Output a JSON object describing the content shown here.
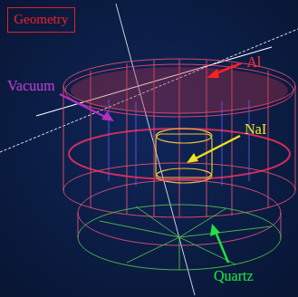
{
  "diagram": {
    "nodes": [
      {
        "text": [
          "Geometry"
        ]
      }
    ],
    "labels": [
      "Al",
      "Vacuum",
      "NaI",
      "Quartz"
    ]
  }
}
